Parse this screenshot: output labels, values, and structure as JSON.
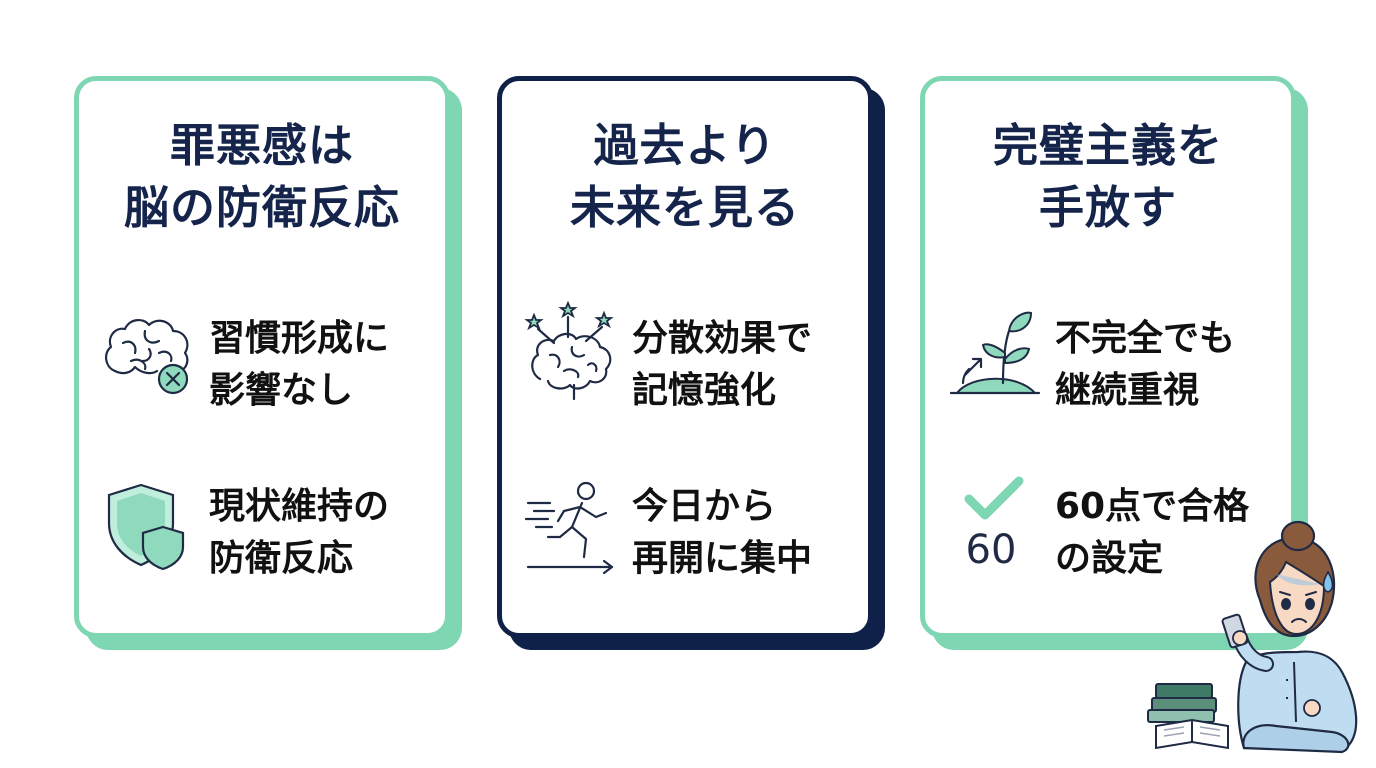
{
  "cards": [
    {
      "title_lines": [
        "罪悪感は",
        "脳の防衛反応"
      ],
      "items": [
        {
          "icon": "brain-x-icon",
          "lines": [
            "習慣形成に",
            "影響なし"
          ]
        },
        {
          "icon": "shield-icon",
          "lines": [
            "現状維持の",
            "防衛反応"
          ]
        }
      ]
    },
    {
      "title_lines": [
        "過去より",
        "未来を見る"
      ],
      "items": [
        {
          "icon": "brain-stars-icon",
          "lines": [
            "分散効果で",
            "記憶強化"
          ]
        },
        {
          "icon": "running-person-icon",
          "lines": [
            "今日から",
            "再開に集中"
          ]
        }
      ]
    },
    {
      "title_lines": [
        "完璧主義を",
        "手放す"
      ],
      "items": [
        {
          "icon": "sprout-icon",
          "lines": [
            "不完全でも",
            "継続重視"
          ]
        },
        {
          "icon": "checkmark-60-icon",
          "icon_text": "60",
          "lines": [
            "60点で合格",
            "の設定"
          ]
        }
      ]
    }
  ],
  "colors": {
    "mint": "#7fd6b3",
    "navy": "#0f2148",
    "title": "#14244a",
    "text": "#111111"
  }
}
